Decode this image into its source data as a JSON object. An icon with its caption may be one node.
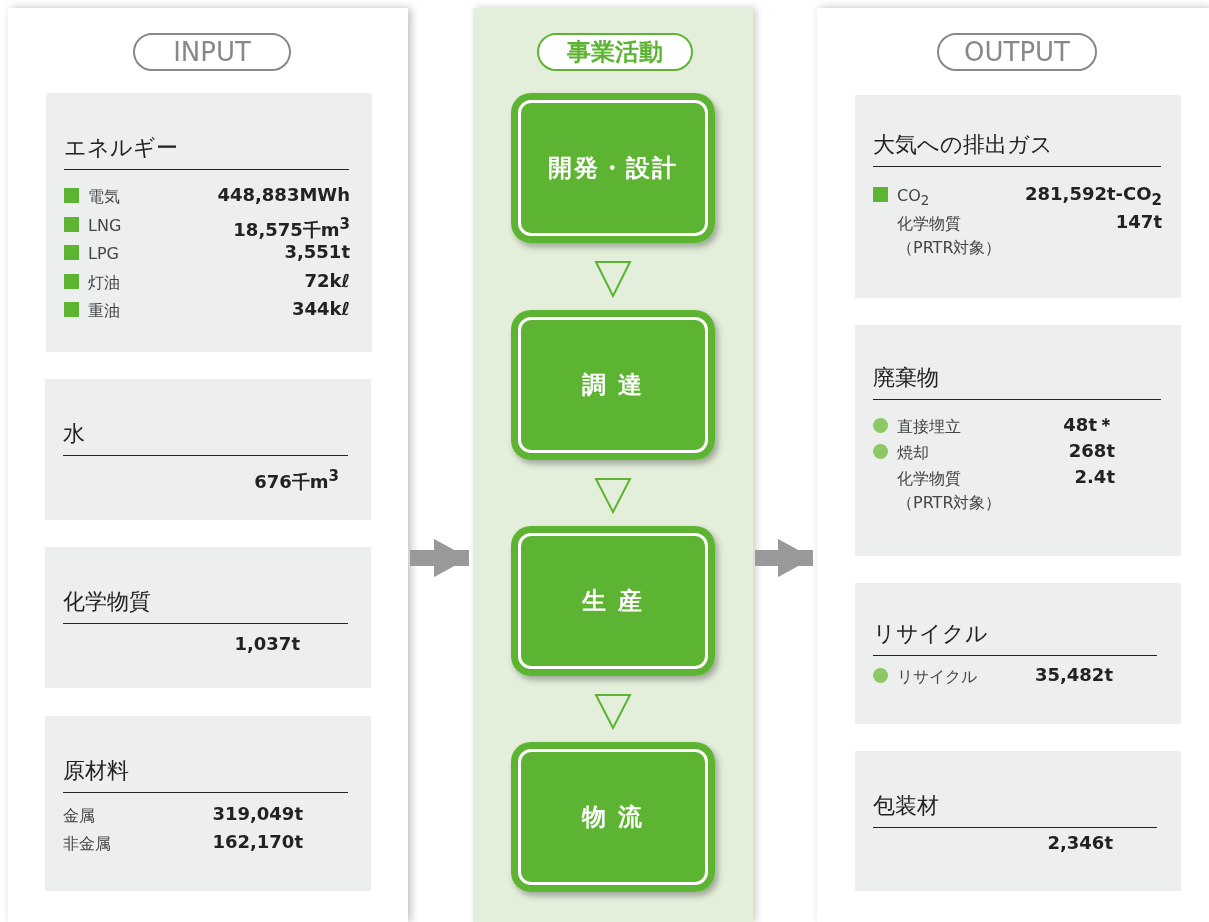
{
  "diagram": {
    "nodes": [
      {
        "text": [
          "INPUT"
        ]
      },
      {
        "text": [
          "エネルギー",
          "電気",
          "448,883MWh",
          "LNG",
          "18,575千m$^{3}$",
          "LPG",
          "3,551t",
          "灯油",
          "72kℓ",
          "重油",
          "344kℓ"
        ],
        "in": 0
      },
      {
        "text": [
          "水",
          "676千m$^{3}$"
        ],
        "in": 0
      },
      {
        "text": [
          "化学物質",
          "1,037t"
        ],
        "in": 0
      },
      {
        "text": [
          "原材料",
          "金属",
          "319,049t",
          "非金属",
          "162,170t"
        ],
        "in": 0
      },
      {
        "text": [
          "事業活動"
        ]
      },
      {
        "text": [
          "開発・設計"
        ],
        "in": 5
      },
      {
        "text": [
          "調 達"
        ],
        "in": 5
      },
      {
        "text": [
          "生 産"
        ],
        "in": 5
      },
      {
        "text": [
          "物 流"
        ],
        "in": 5
      },
      {
        "text": [
          "OUTPUT"
        ]
      },
      {
        "text": [
          "大気への排出ガス",
          "CO$_{2}$",
          "281,592t-CO$_{2}$",
          "化学物質（PRTR対象）",
          "147t"
        ],
        "in": 10
      },
      {
        "text": [
          "廃棄物",
          "直接埋立",
          "48t＊",
          "焼却",
          "268t",
          "化学物質（PRTR対象）",
          "2.4t"
        ],
        "in": 10
      },
      {
        "text": [
          "リサイクル",
          "リサイクル",
          "35,482t"
        ],
        "in": 10
      },
      {
        "text": [
          "包装材",
          "2,346t"
        ],
        "in": 10
      }
    ],
    "edges": [
      {
        "from": 6,
        "to": 7,
        "arrow": "to"
      },
      {
        "from": 7,
        "to": 8,
        "arrow": "to"
      },
      {
        "from": 8,
        "to": 9,
        "arrow": "to"
      },
      {
        "from": 0,
        "to": 5,
        "arrow": "to",
        "color": "#999999"
      },
      {
        "from": 5,
        "to": 10,
        "arrow": "to",
        "color": "#999999"
      }
    ]
  }
}
